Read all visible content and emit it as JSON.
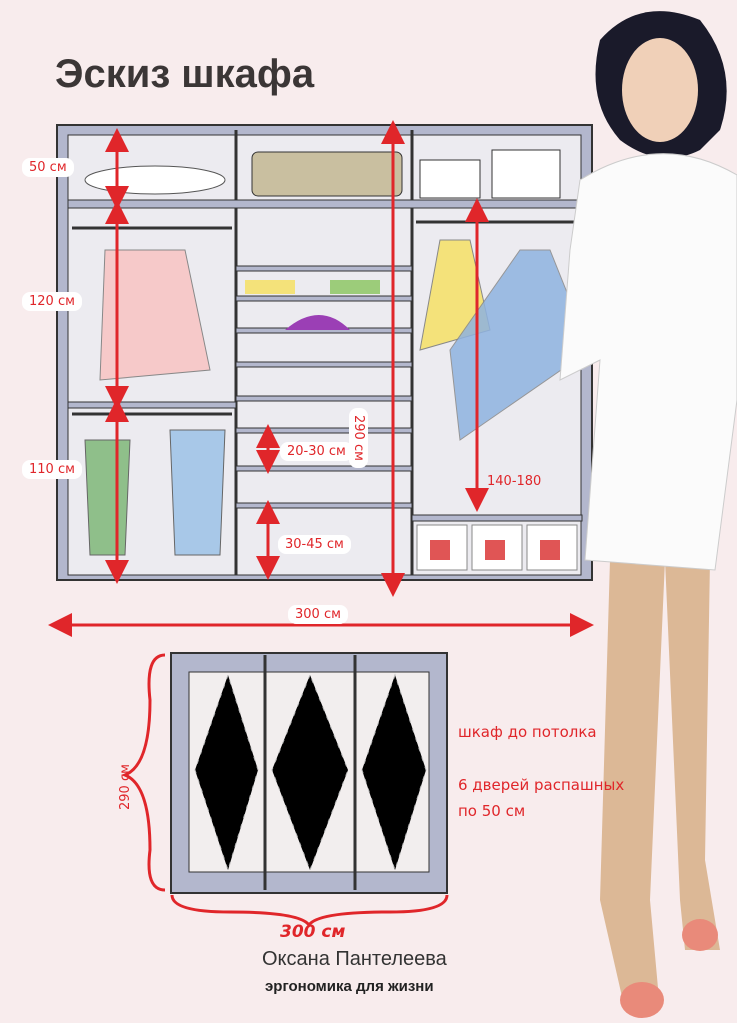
{
  "title": "Эскиз шкафа",
  "dimensions": {
    "top_shelf": "50 см",
    "upper_rail": "120 см",
    "lower_rail": "110 см",
    "total_height": "290 см",
    "shelf_gap": "20-30 см",
    "drawer_gap": "30-45 см",
    "long_hanging": "140-180",
    "total_width": "300 см"
  },
  "plan": {
    "height_label": "290 см",
    "width_label": "300 см"
  },
  "notes": {
    "line1": "шкаф до потолка",
    "line2": "6 дверей распашных",
    "line3": "по 50 см"
  },
  "author": "Оксана Пантелеева",
  "tagline": "эргономика для жизни",
  "colors": {
    "accent": "#e0262a",
    "frame": "#a9aec6",
    "background": "#f8eced"
  }
}
